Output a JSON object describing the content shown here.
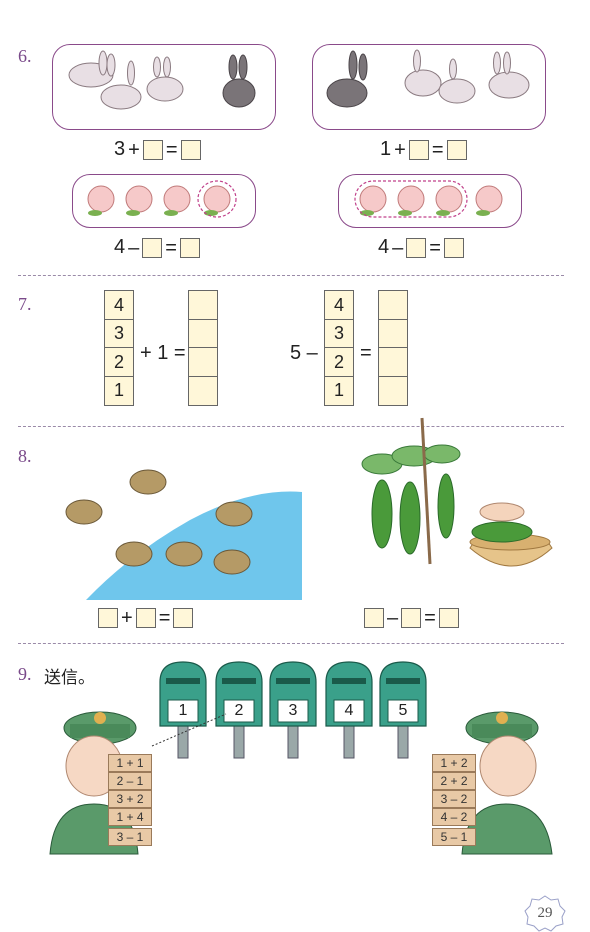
{
  "q6": {
    "num": "6.",
    "eq1": {
      "a": "3",
      "op": "+",
      "eq": "="
    },
    "eq2": {
      "a": "1",
      "op": "+",
      "eq": "="
    },
    "eq3": {
      "a": "4",
      "op": "–",
      "eq": "="
    },
    "eq4": {
      "a": "4",
      "op": "–",
      "eq": "="
    }
  },
  "q7": {
    "num": "7.",
    "left_col": [
      "4",
      "3",
      "2",
      "1"
    ],
    "left_op": "+ 1 =",
    "right_prefix": "5 –",
    "right_col": [
      "4",
      "3",
      "2",
      "1"
    ],
    "right_eq": "="
  },
  "q8": {
    "num": "8.",
    "eq1": {
      "op": "+",
      "eq": "="
    },
    "eq2": {
      "op": "–",
      "eq": "="
    }
  },
  "q9": {
    "num": "9.",
    "title": "送信。",
    "mailboxes": [
      "1",
      "2",
      "3",
      "4",
      "5"
    ],
    "left_letters": [
      "1 + 1",
      "2 – 1",
      "3 + 2",
      "1 + 4",
      "3 – 1"
    ],
    "right_letters": [
      "1 + 2",
      "2 + 2",
      "3 – 2",
      "4 – 2",
      "5 – 1"
    ]
  },
  "page_number": "29"
}
